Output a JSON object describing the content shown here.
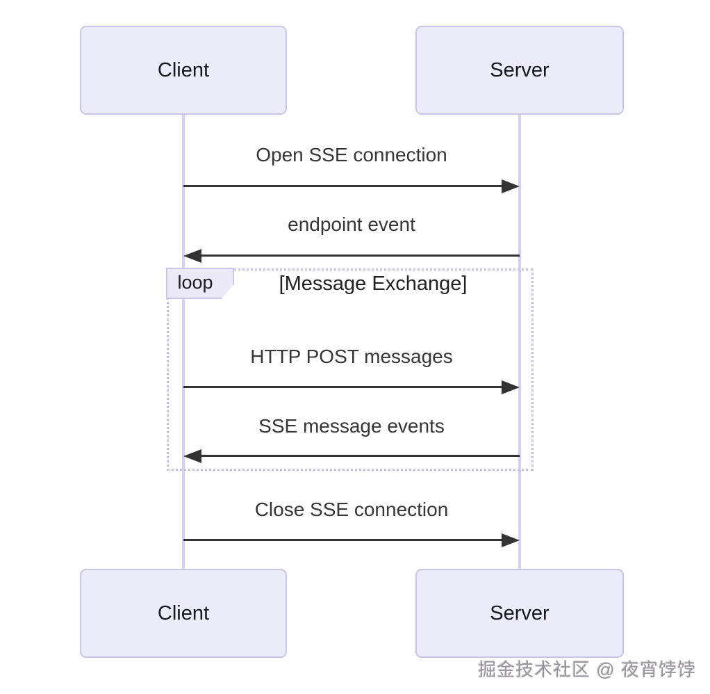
{
  "diagram": {
    "type": "sequence",
    "actors": {
      "client": "Client",
      "server": "Server"
    },
    "messages": [
      {
        "from": "Client",
        "to": "Server",
        "direction": "right",
        "label": "Open SSE connection"
      },
      {
        "from": "Server",
        "to": "Client",
        "direction": "left",
        "label": "endpoint event"
      },
      {
        "from": "Client",
        "to": "Server",
        "direction": "right",
        "label": "HTTP POST messages",
        "in_loop": true
      },
      {
        "from": "Server",
        "to": "Client",
        "direction": "left",
        "label": "SSE message events",
        "in_loop": true
      },
      {
        "from": "Client",
        "to": "Server",
        "direction": "right",
        "label": "Close SSE connection"
      }
    ],
    "loop": {
      "label": "loop",
      "condition": "[Message Exchange]"
    },
    "colors": {
      "actor_fill": "#ECEBFA",
      "actor_border": "#C9C5EA",
      "lifeline": "#D5D1F0",
      "loop_border": "#C6C2E6",
      "arrow": "#333333"
    },
    "watermark": "掘金技术社区 @ 夜宵饽饽"
  }
}
